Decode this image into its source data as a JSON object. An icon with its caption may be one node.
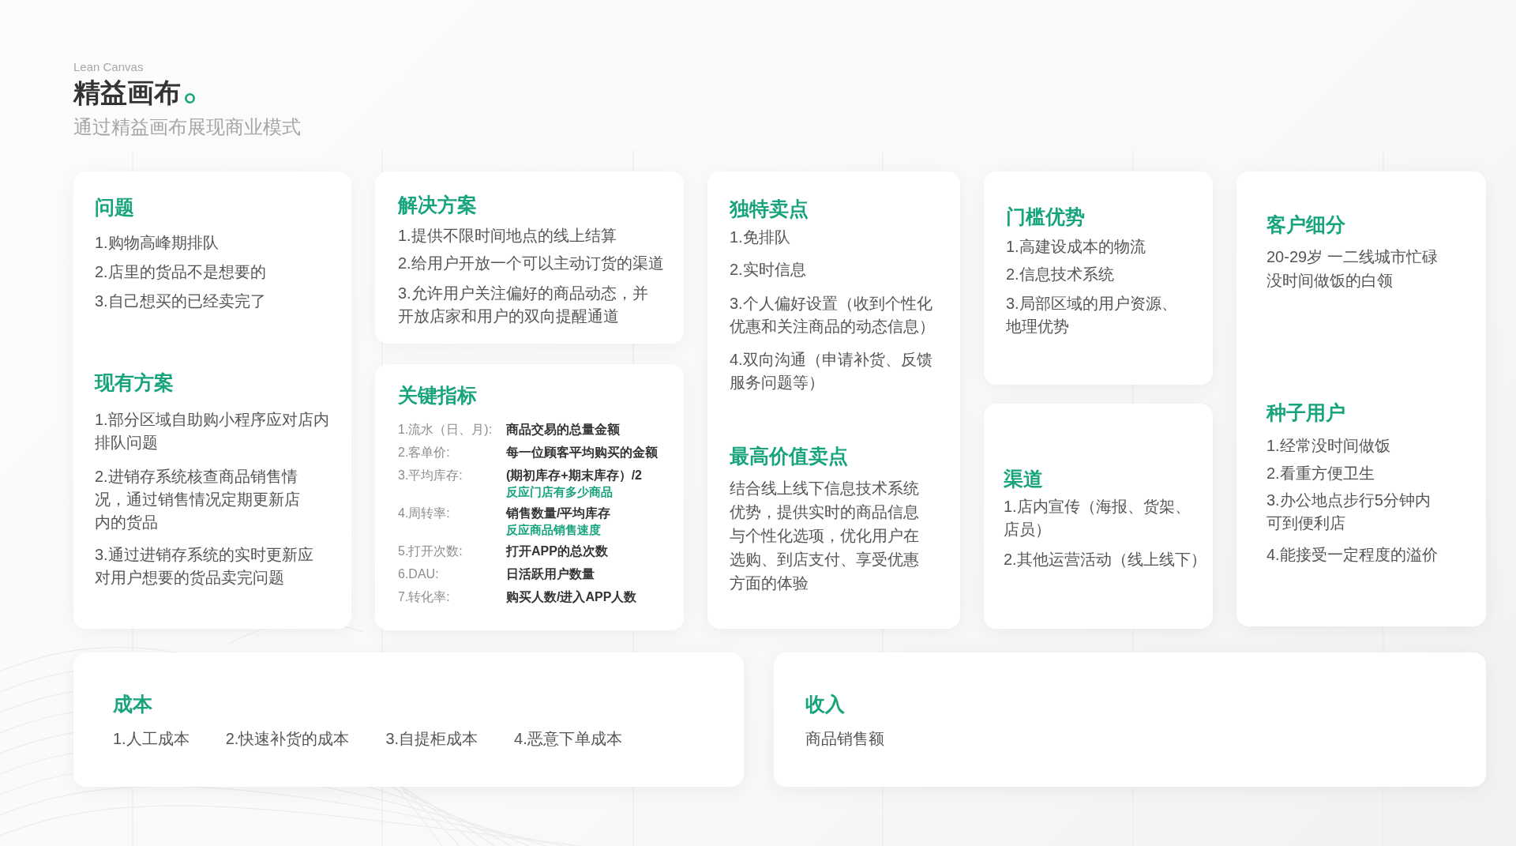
{
  "diagram": {
    "title": "精益画布",
    "nodes": [
      {
        "text": [
          "问题",
          "1.购物高峰期排队",
          "2.店里的货品不是想要的",
          "3.自己想买的已经卖完了",
          "现有方案",
          "1.部分区域自助购小程序应对店内排队问题",
          "2.进销存系统核查商品销售情况，通过销售情况定期更新店内的货品",
          "3.通过进销存系统的实时更新应对用户想要的货品卖完问题"
        ]
      },
      {
        "text": [
          "解决方案",
          "1.提供不限时间地点的线上结算",
          "2.给用户开放一个可以主动订货的渠道",
          "3.允许用户关注偏好的商品动态，并开放店家和用户的双向提醒通道"
        ]
      },
      {
        "text": [
          "关键指标",
          "1.流水（日、月):",
          "商品交易的总量金额",
          "2.客单价:",
          "每一位顾客平均购买的金额",
          "3.平均库存:",
          "(期初库存+期末库存）/2",
          "反应门店有多少商品",
          "4.周转率:",
          "销售数量/平均库存",
          "反应商品销售速度",
          "5.打开次数:",
          "打开APP的总次数",
          "6.DAU:",
          "日活跃用户数量",
          "7.转化率:",
          "购买人数/进入APP人数"
        ]
      },
      {
        "text": [
          "独特卖点",
          "1.免排队",
          "2.实时信息",
          "3.个人偏好设置（收到个性化优惠和关注商品的动态信息）",
          "4.双向沟通（申请补货、反馈服务问题等）",
          "最高价值卖点",
          "结合线上线下信息技术系统优势，提供实时的商品信息与个性化选项，优化用户在选购、到店支付、享受优惠方面的体验"
        ]
      },
      {
        "text": [
          "门槛优势",
          "1.高建设成本的物流",
          "2.信息技术系统",
          "3.局部区域的用户资源、地理优势"
        ]
      },
      {
        "text": [
          "渠道",
          "1.店内宣传（海报、货架、店员）",
          "2.其他运营活动（线上线下）"
        ]
      },
      {
        "text": [
          "客户细分",
          "20-29岁 一二线城市忙碌没时间做饭的白领",
          "种子用户",
          "1.经常没时间做饭",
          "2.看重方便卫生",
          "3.办公地点步行5分钟内可到便利店",
          "4.能接受一定程度的溢价"
        ]
      },
      {
        "text": [
          "成本",
          "1.人工成本",
          "2.快速补货的成本",
          "3.自提柜成本",
          "4.恶意下单成本"
        ]
      },
      {
        "text": [
          "收入",
          "商品销售额"
        ]
      }
    ],
    "labels": [
      "Lean Canvas",
      "通过精益画布展现商业模式"
    ]
  }
}
